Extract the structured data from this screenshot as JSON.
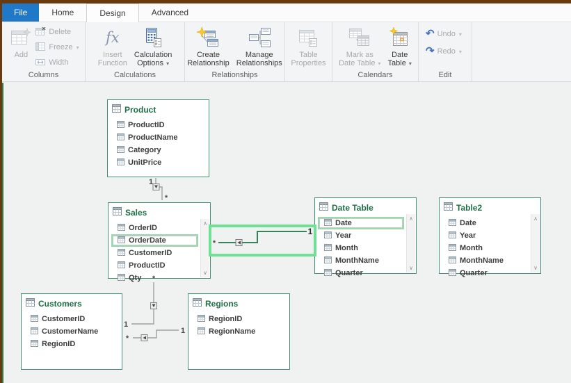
{
  "tabs": {
    "file": "File",
    "home": "Home",
    "design": "Design",
    "advanced": "Advanced"
  },
  "ribbon": {
    "groups": {
      "columns": {
        "label": "Columns",
        "add": "Add",
        "delete": "Delete",
        "freeze": "Freeze",
        "width": "Width"
      },
      "calculations": {
        "label": "Calculations",
        "insert_function": [
          "Insert",
          "Function"
        ],
        "calculation_options": [
          "Calculation",
          "Options"
        ]
      },
      "relationships": {
        "label": "Relationships",
        "create_relationship": [
          "Create",
          "Relationship"
        ],
        "manage_relationships": [
          "Manage",
          "Relationships"
        ]
      },
      "properties": {
        "label": "",
        "table_properties": [
          "Table",
          "Properties"
        ]
      },
      "calendars": {
        "label": "Calendars",
        "mark_as_date_table": [
          "Mark as",
          "Date Table"
        ],
        "date_table": [
          "Date",
          "Table"
        ]
      },
      "edit": {
        "label": "Edit",
        "undo": "Undo",
        "redo": "Redo"
      }
    }
  },
  "icons": {
    "dropdown": "▾",
    "undo": "↶",
    "redo": "↷",
    "scroll_up": "∧",
    "scroll_down": "∨",
    "fx": "fx"
  },
  "diagram": {
    "tables": [
      {
        "name": "Product",
        "fields": [
          "ProductID",
          "ProductName",
          "Category",
          "UnitPrice"
        ]
      },
      {
        "name": "Sales",
        "fields": [
          "OrderID",
          "OrderDate",
          "CustomerID",
          "ProductID",
          "Qty"
        ],
        "selected_field": "OrderDate"
      },
      {
        "name": "Date Table",
        "fields": [
          "Date",
          "Year",
          "Month",
          "MonthName",
          "Quarter"
        ],
        "selected_field": "Date"
      },
      {
        "name": "Table2",
        "fields": [
          "Date",
          "Year",
          "Month",
          "MonthName",
          "Quarter"
        ]
      },
      {
        "name": "Customers",
        "fields": [
          "CustomerID",
          "CustomerName",
          "RegionID"
        ]
      },
      {
        "name": "Regions",
        "fields": [
          "RegionID",
          "RegionName"
        ]
      }
    ],
    "relationships": [
      {
        "from": "Sales",
        "to": "Product",
        "many": "*",
        "one": "1",
        "selected": false
      },
      {
        "from": "Sales",
        "to": "Date Table",
        "many": "*",
        "one": "1",
        "selected": true
      },
      {
        "from": "Sales",
        "to": "Customers",
        "many": "*",
        "one": "1",
        "selected": false
      },
      {
        "from": "Customers",
        "to": "Regions",
        "many": "*",
        "one": "1",
        "selected": false
      }
    ]
  },
  "colors": {
    "accent_green": "#217346",
    "table_border": "#459071",
    "selection_green": "#70e095",
    "field_highlight": "#98d9ad",
    "file_tab_blue": "#1f78c8",
    "frame_brown": "#6a3a0f",
    "line_gray": "#a0a0a0"
  }
}
